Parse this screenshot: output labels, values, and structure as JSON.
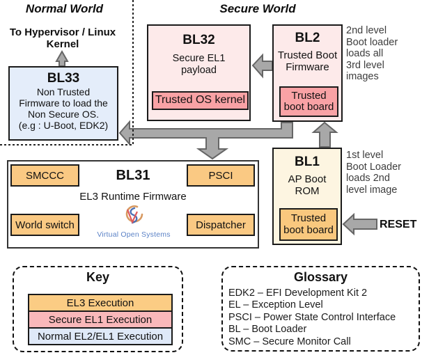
{
  "header": {
    "normal_world": "Normal World",
    "secure_world": "Secure World",
    "hypervisor_label": "To Hypervisor / Linux\nKernel"
  },
  "boxes": {
    "bl33": {
      "title": "BL33",
      "body": "Non Trusted\nFirmware to load the\nNon Secure OS.\n(e.g : U-Boot, EDK2)"
    },
    "bl32": {
      "title": "BL32",
      "body": "Secure EL1\npayload",
      "inner": "Trusted OS kernel"
    },
    "bl2": {
      "title": "BL2",
      "body": "Trusted Boot\nFirmware",
      "inner": "Trusted\nboot board"
    },
    "bl1": {
      "title": "BL1",
      "body": "AP Boot\nROM",
      "inner": "Trusted\nboot board"
    },
    "bl31": {
      "title": "BL31",
      "subtitle": "EL3 Runtime Firmware",
      "modules": {
        "smccc": "SMCCC",
        "psci": "PSCI",
        "world_switch": "World switch",
        "dispatcher": "Dispatcher"
      },
      "logo_text": "Virtual Open Systems"
    }
  },
  "annotations": {
    "bl2_note": "2nd level\nBoot loader\nloads all\n3rd level\nimages",
    "bl1_note": "1st level\nBoot Loader\nloads 2nd\nlevel image",
    "reset_label": "RESET"
  },
  "key": {
    "title": "Key",
    "rows": [
      {
        "label": "EL3 Execution",
        "color": "#fbcc84"
      },
      {
        "label": "Secure EL1 Execution",
        "color": "#f9b8ba"
      },
      {
        "label": "Normal EL2/EL1 Execution",
        "color": "#dfe9f8"
      }
    ]
  },
  "glossary": {
    "title": "Glossary",
    "items": [
      "EDK2 – EFI Development Kit 2",
      "EL – Exception Level",
      "PSCI – Power State Control Interface",
      "BL – Boot Loader",
      "SMC – Secure Monitor Call"
    ]
  },
  "colors": {
    "normal_world_fill": "#e4edfa",
    "secure_payload_fill": "#fdeaea",
    "secure_inner_fill": "#f9a2a5",
    "boot_rom_fill": "#fdf5e1",
    "el3_fill": "#fac983",
    "arrow_fill": "#a8a8a8",
    "arrow_stroke": "#666666"
  }
}
